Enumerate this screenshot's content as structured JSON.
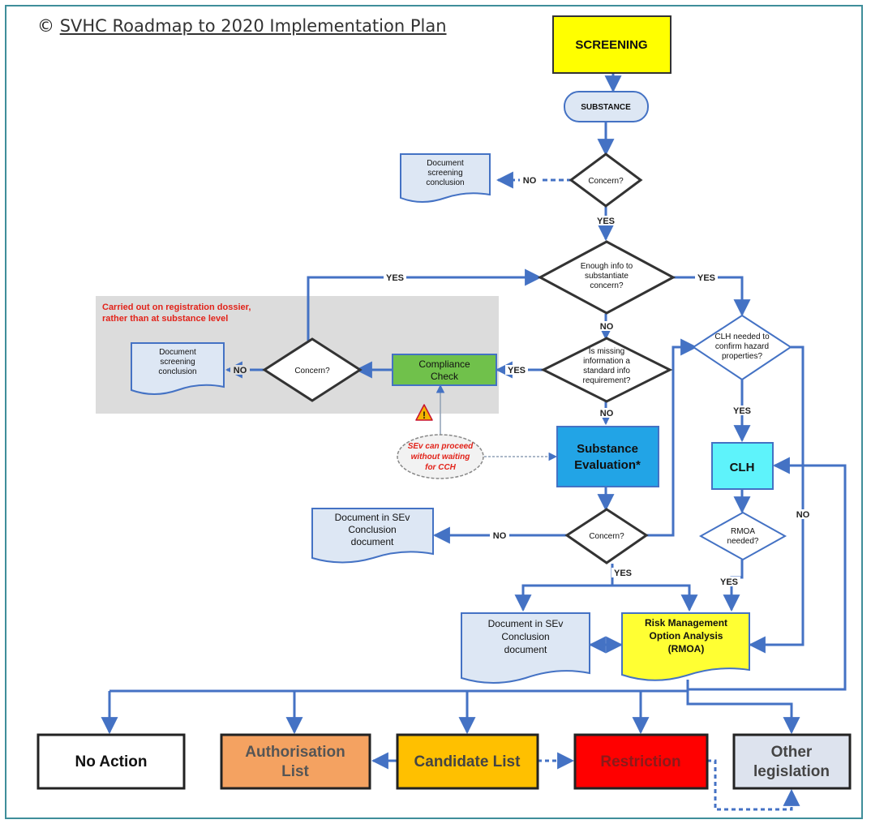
{
  "copyright": {
    "symbol": "©",
    "link": "SVHC Roadmap to 2020 Implementation Plan"
  },
  "nodes": {
    "screening": "SCREENING",
    "substance": "SUBSTANCE",
    "concern": "Concern?",
    "doc_screening": [
      "Document",
      "screening",
      "conclusion"
    ],
    "enough_info": [
      "Enough info to",
      "substantiate",
      "concern?"
    ],
    "missing_info": [
      "Is missing",
      "information a",
      "standard info",
      "requirement?"
    ],
    "compliance_check": [
      "Compliance",
      "Check"
    ],
    "substance_evaluation": [
      "Substance",
      "Evaluation*"
    ],
    "doc_sev": [
      "Document in SEv",
      "Conclusion",
      "document"
    ],
    "clh_needed": [
      "CLH needed to",
      "confirm hazard",
      "properties?"
    ],
    "clh": "CLH",
    "rmoa_needed": [
      "RMOA",
      "needed?"
    ],
    "rmoa": [
      "Risk Management",
      "Option Analysis",
      "(RMOA)"
    ],
    "sev_note": [
      "SEv can proceed",
      "without waiting",
      "for CCH"
    ]
  },
  "grey_note": [
    "Carried out on registration dossier,",
    "rather than at substance level"
  ],
  "warning_icon": "warning-triangle-icon",
  "flow_labels": {
    "yes": "YES",
    "no": "NO"
  },
  "outcomes": {
    "no_action": "No Action",
    "authorisation": [
      "Authorisation",
      "List"
    ],
    "candidate": "Candidate List",
    "restriction": "Restriction",
    "other": [
      "Other",
      "legislation"
    ]
  },
  "colors": {
    "arrow": "#4472c4",
    "screening": "#ffff00",
    "compliance": "#70c14b",
    "substance_evaluation": "#22a4e6",
    "clh": "#5ef3fb",
    "rmoa": "#ffff33",
    "authorisation": "#f4a261",
    "candidate": "#ffc000",
    "restriction": "#ff0000",
    "other": "#dde3ee",
    "document": "#dde7f4",
    "grey_area": "#dcdcdc",
    "frame": "#3f8e9a"
  }
}
